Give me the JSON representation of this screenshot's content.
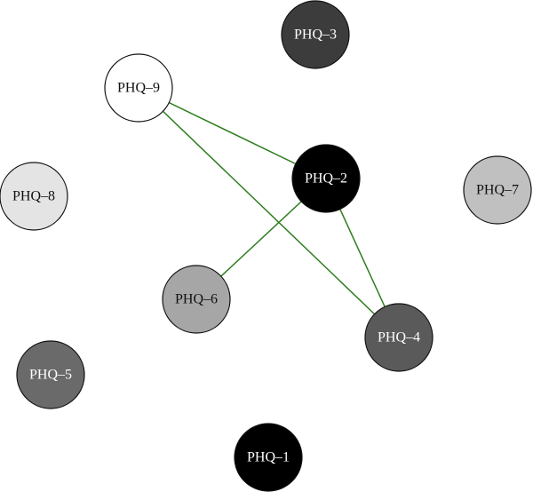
{
  "colors": {
    "edge": "#2e7d1e",
    "node_stroke": "#111111",
    "label_dark_bg": "#ffffff",
    "label_light_bg": "#111111"
  },
  "network": {
    "nodes": [
      {
        "id": "PHQ-1",
        "label": "PHQ–1",
        "fill": "#000000"
      },
      {
        "id": "PHQ-2",
        "label": "PHQ–2",
        "fill": "#000000"
      },
      {
        "id": "PHQ-3",
        "label": "PHQ–3",
        "fill": "#3c3c3c"
      },
      {
        "id": "PHQ-4",
        "label": "PHQ–4",
        "fill": "#5a5a5a"
      },
      {
        "id": "PHQ-5",
        "label": "PHQ–5",
        "fill": "#6a6a6a"
      },
      {
        "id": "PHQ-6",
        "label": "PHQ–6",
        "fill": "#a6a6a6"
      },
      {
        "id": "PHQ-7",
        "label": "PHQ–7",
        "fill": "#c0c0c0"
      },
      {
        "id": "PHQ-8",
        "label": "PHQ–8",
        "fill": "#e4e4e4"
      },
      {
        "id": "PHQ-9",
        "label": "PHQ–9",
        "fill": "#ffffff"
      }
    ],
    "edges": [
      {
        "from": "PHQ-9",
        "to": "PHQ-2"
      },
      {
        "from": "PHQ-9",
        "to": "PHQ-4"
      },
      {
        "from": "PHQ-2",
        "to": "PHQ-6"
      },
      {
        "from": "PHQ-2",
        "to": "PHQ-4"
      }
    ]
  }
}
